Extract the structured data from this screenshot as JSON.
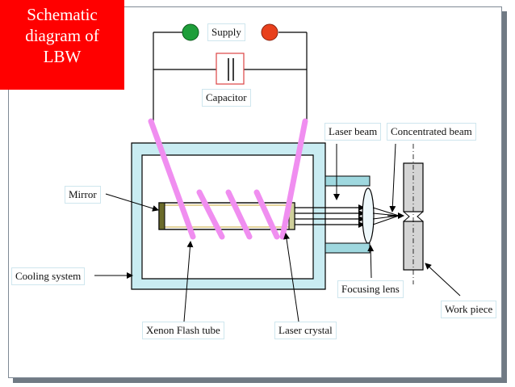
{
  "title": {
    "lines": [
      "Schematic",
      "diagram of",
      "LBW"
    ]
  },
  "labels": {
    "supply": "Supply",
    "capacitor": "Capacitor",
    "mirror": "Mirror",
    "cooling_system": "Cooling system",
    "xenon_flash_tube": "Xenon Flash tube",
    "laser_crystal": "Laser crystal",
    "laser_beam": "Laser beam",
    "concentrated_beam": "Concentrated beam",
    "focusing_lens": "Focusing lens",
    "work_piece": "Work piece"
  },
  "colors": {
    "title_bg": "#ff0000",
    "flash_tube": "#f08ef0",
    "cooling_housing": "#c9ecf2",
    "terminal_left": "#1e9e3a",
    "terminal_right": "#e8401c",
    "work_piece": "#cfcfcf"
  }
}
